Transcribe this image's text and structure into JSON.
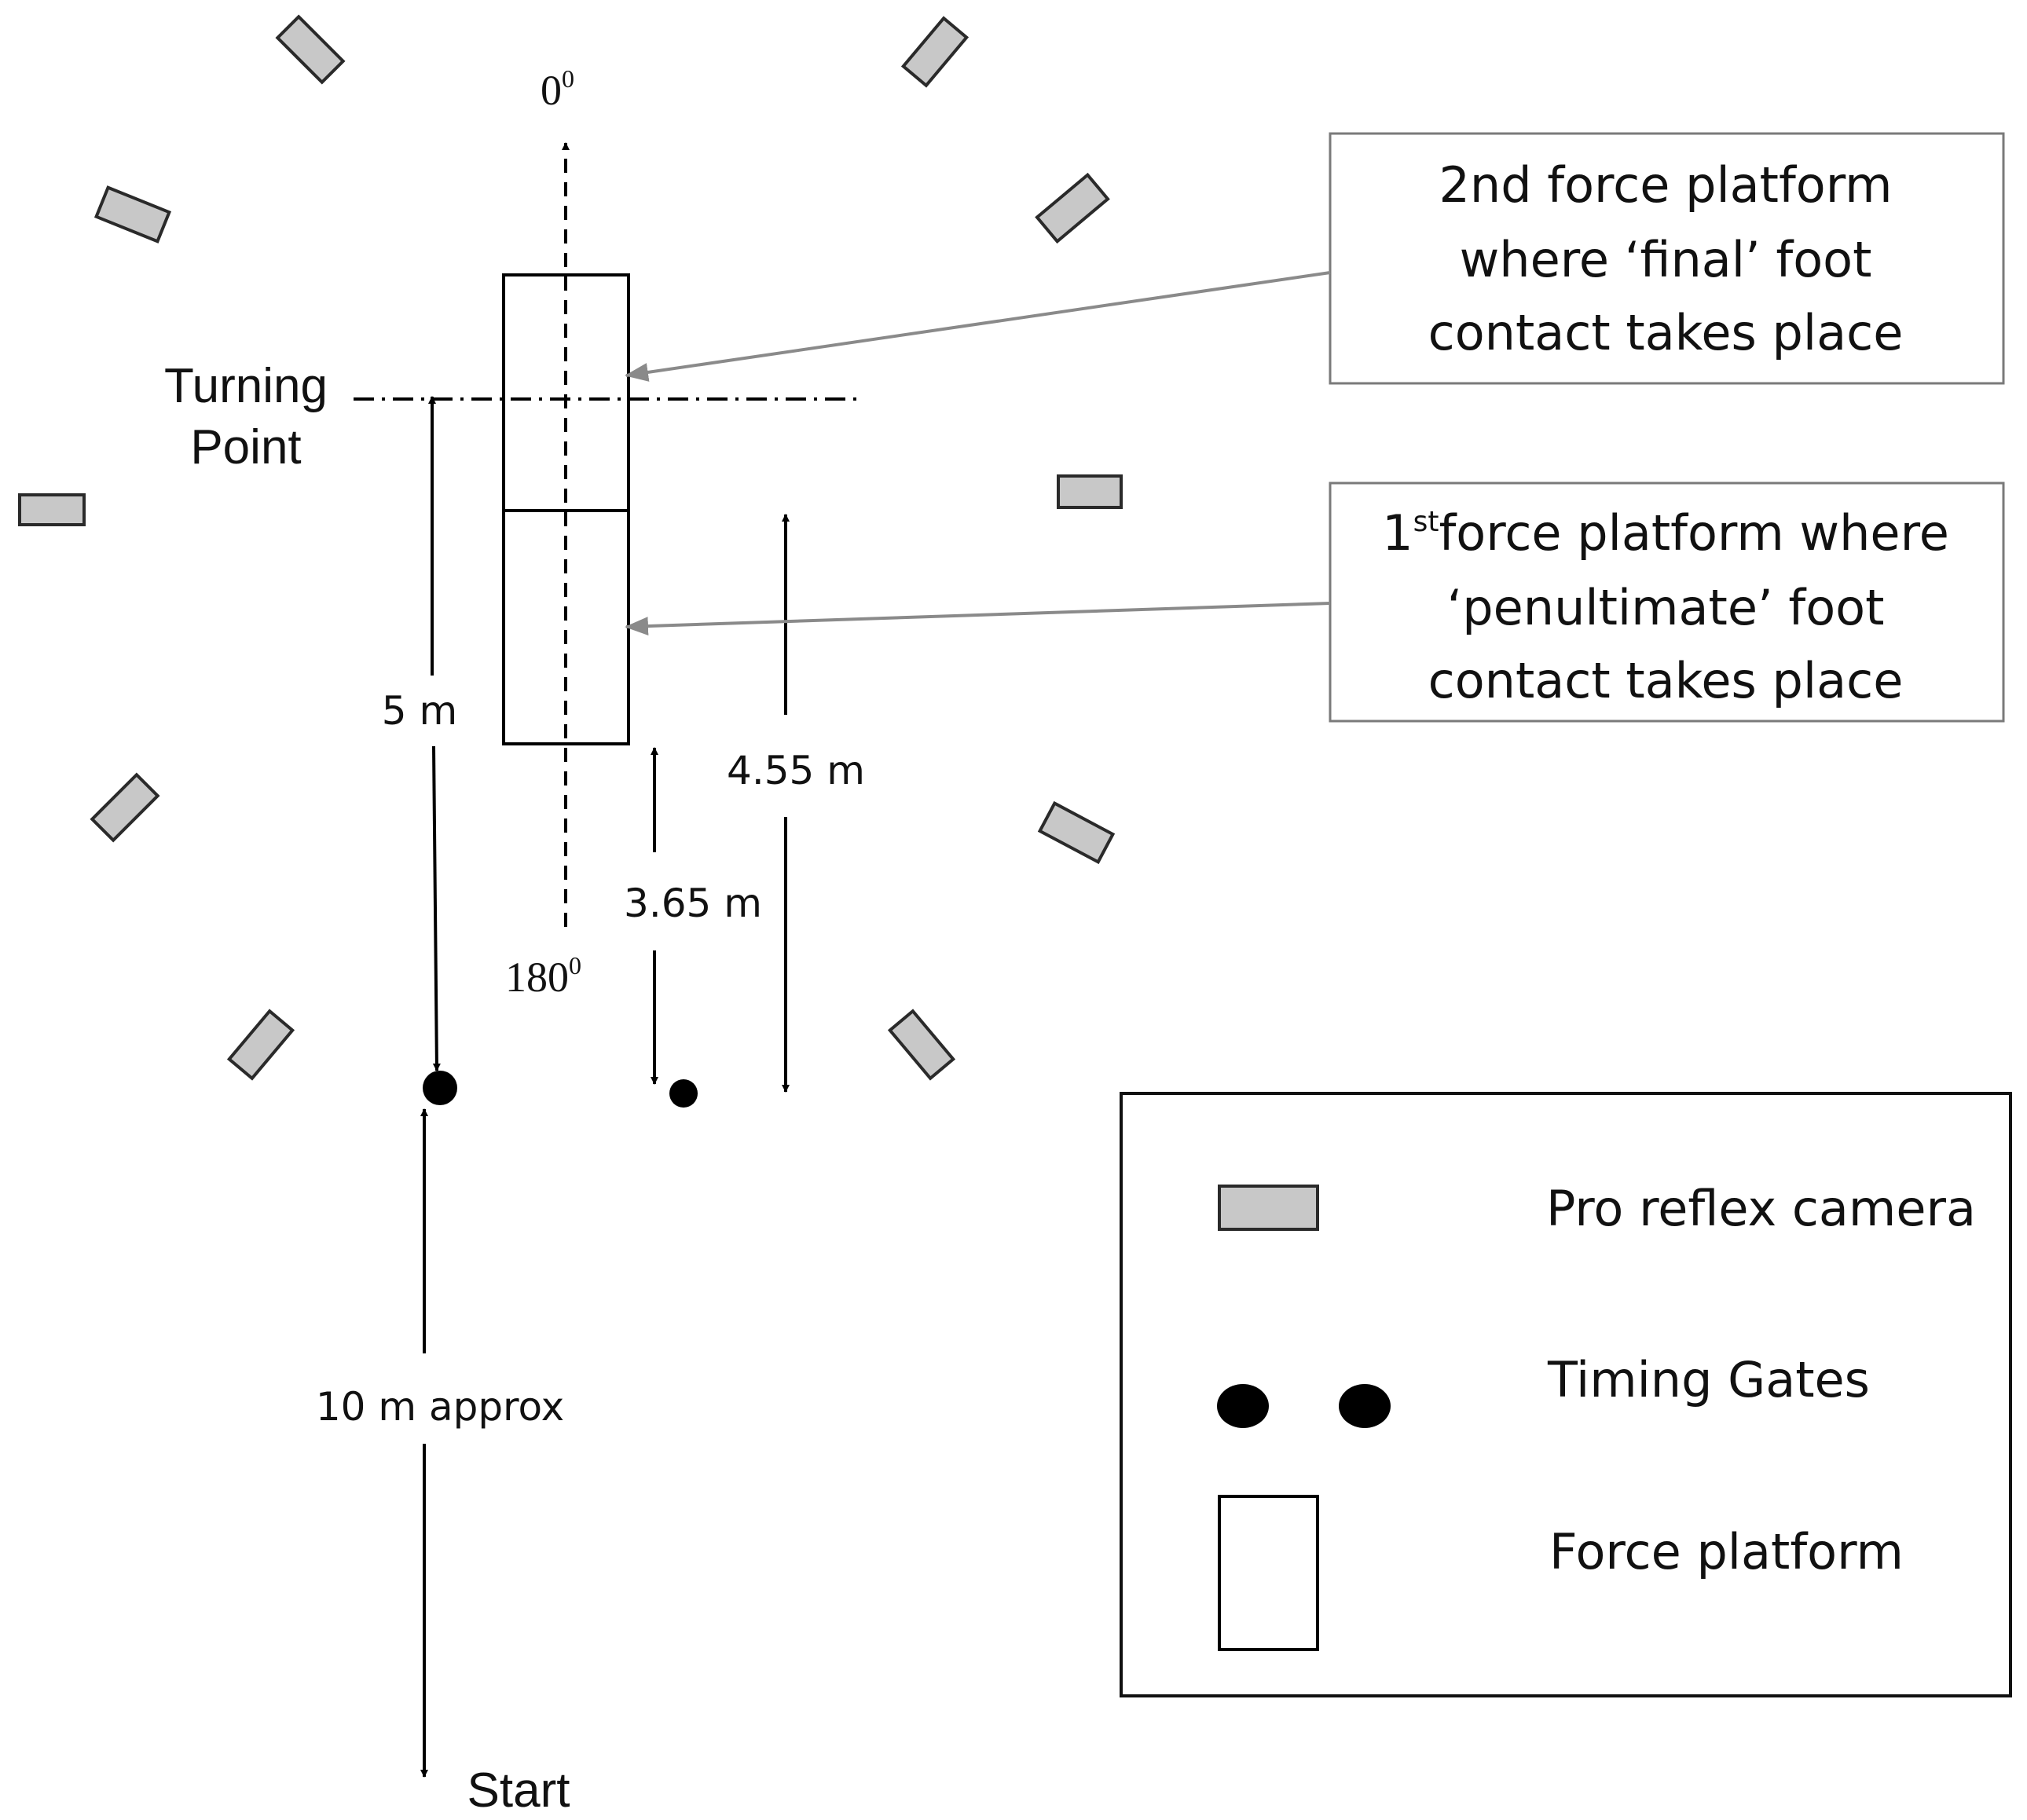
{
  "angles": {
    "top": "0",
    "top_sup": "0",
    "bottom": "180",
    "bottom_sup": "0"
  },
  "turning_point": {
    "line1": "Turning",
    "line2": "Point"
  },
  "distances": {
    "five_m": "5 m",
    "three_six_five_m": "3.65 m",
    "four_five_five_m": "4.55 m",
    "ten_m": "10 m approx"
  },
  "start_label": "Start",
  "callouts": {
    "second_platform": [
      "2nd force platform",
      "where ‘final’  foot",
      "contact takes place"
    ],
    "first_platform": {
      "line1_prefix": "1",
      "line1_sup": "st",
      "line1_rest": "force platform where",
      "line2": "‘penultimate’  foot",
      "line3": "contact takes place"
    }
  },
  "legend": {
    "camera": "Pro reflex camera",
    "timing_gates": "Timing Gates",
    "force_platform": "Force platform"
  },
  "colors": {
    "camera_fill": "#c8c8c8",
    "callout_border": "#7a7a7a",
    "callout_arrow": "#8a8a8a"
  }
}
